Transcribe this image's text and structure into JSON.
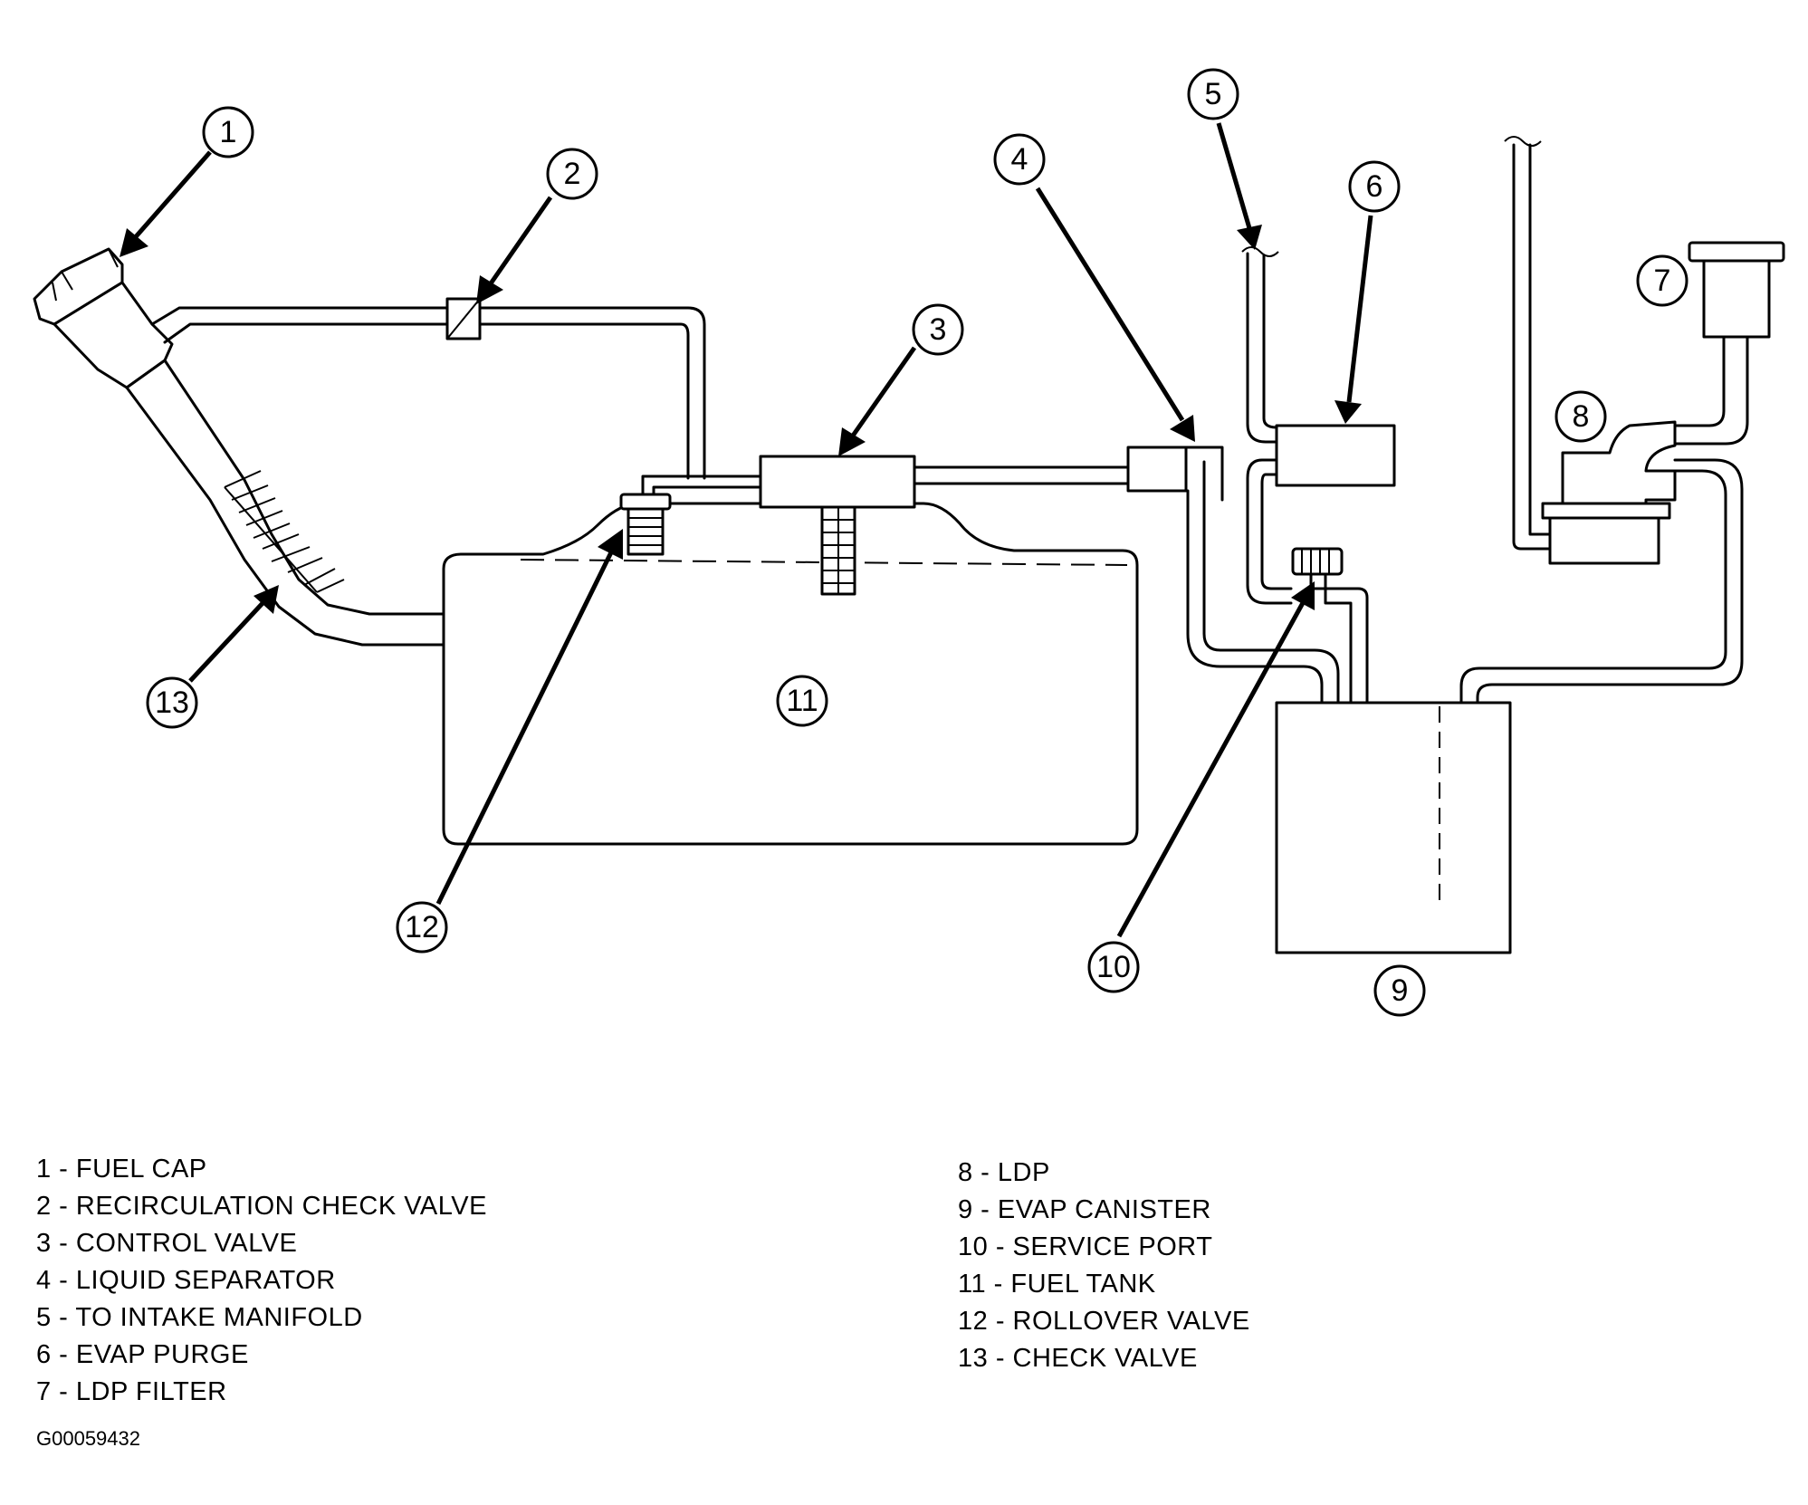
{
  "callouts": [
    {
      "number": "1",
      "name": "fuel-cap"
    },
    {
      "number": "2",
      "name": "recirculation-check-valve"
    },
    {
      "number": "3",
      "name": "control-valve"
    },
    {
      "number": "4",
      "name": "liquid-separator"
    },
    {
      "number": "5",
      "name": "to-intake-manifold"
    },
    {
      "number": "6",
      "name": "evap-purge"
    },
    {
      "number": "7",
      "name": "ldp-filter"
    },
    {
      "number": "8",
      "name": "ldp"
    },
    {
      "number": "9",
      "name": "evap-canister"
    },
    {
      "number": "10",
      "name": "service-port"
    },
    {
      "number": "11",
      "name": "fuel-tank"
    },
    {
      "number": "12",
      "name": "rollover-valve"
    },
    {
      "number": "13",
      "name": "check-valve"
    }
  ],
  "legend": [
    {
      "text": "1 - FUEL CAP"
    },
    {
      "text": "2 - RECIRCULATION CHECK VALVE"
    },
    {
      "text": "3 - CONTROL VALVE"
    },
    {
      "text": "4 - LIQUID SEPARATOR"
    },
    {
      "text": "5 - TO INTAKE MANIFOLD"
    },
    {
      "text": "6 - EVAP PURGE"
    },
    {
      "text": "7 - LDP FILTER"
    },
    {
      "text": "8 - LDP"
    },
    {
      "text": "9 - EVAP CANISTER"
    },
    {
      "text": "10 - SERVICE PORT"
    },
    {
      "text": "11 - FUEL TANK"
    },
    {
      "text": "12 - ROLLOVER VALVE"
    },
    {
      "text": "13 - CHECK VALVE"
    }
  ],
  "figure_code": "G00059432"
}
